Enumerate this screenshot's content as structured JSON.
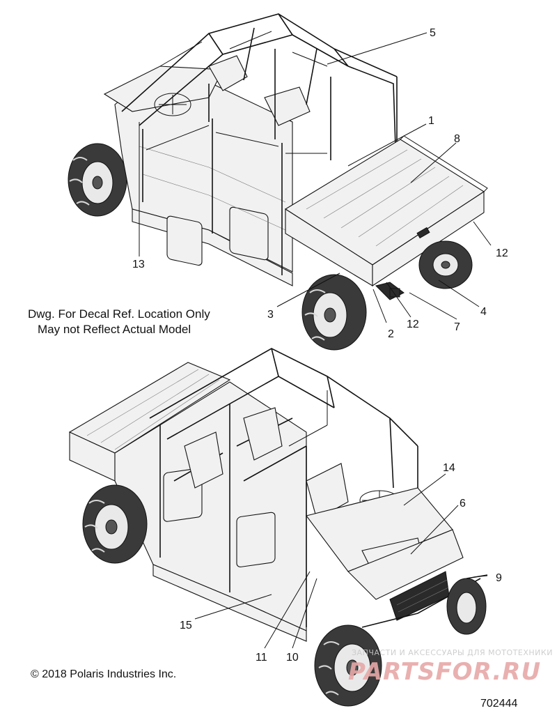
{
  "callouts": {
    "c1": "1",
    "c2": "2",
    "c3": "3",
    "c4": "4",
    "c5": "5",
    "c6": "6",
    "c7": "7",
    "c8": "8",
    "c9": "9",
    "c10": "10",
    "c11": "11",
    "c12a": "12",
    "c12b": "12",
    "c13": "13",
    "c14": "14",
    "c15": "15"
  },
  "note": {
    "line1": "Dwg. For Decal Ref. Location Only",
    "line2": "May not Reflect Actual Model"
  },
  "copyright": "© 2018 Polaris Industries Inc.",
  "drawing_number": "702444",
  "watermark": {
    "tagline": "ЗАПЧАСТИ И АКСЕССУАРЫ ДЛЯ МОТОТЕХНИКИ",
    "logo": "PARTSFOR.RU"
  },
  "colors": {
    "line": "#111111",
    "watermark_logo": "#e7a8a8",
    "watermark_text": "#c9c9c9"
  }
}
